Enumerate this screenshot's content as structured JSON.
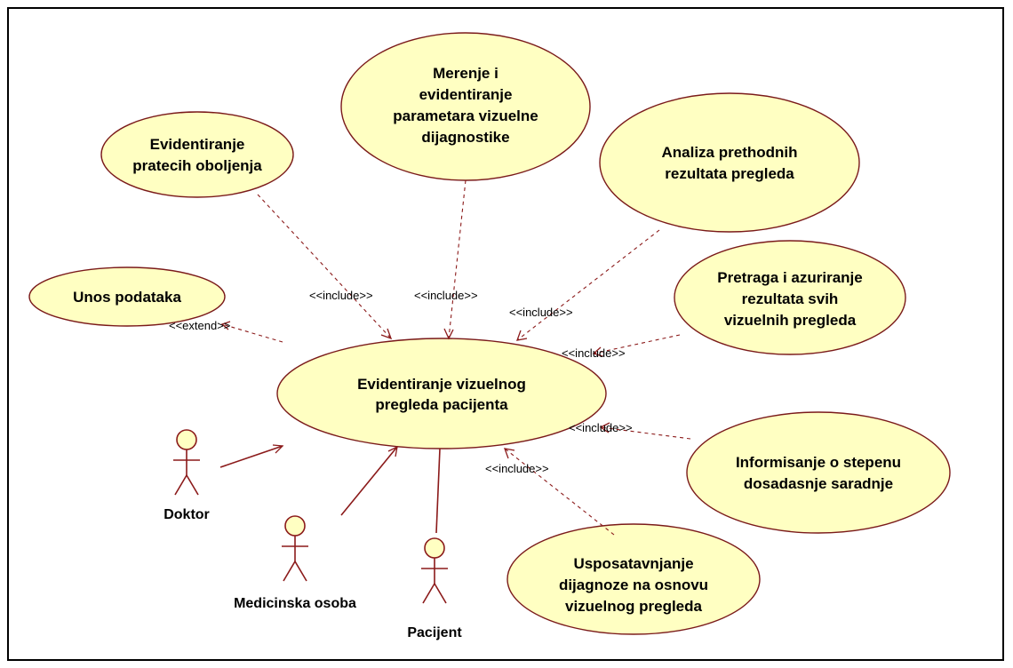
{
  "use_cases": {
    "main": [
      "Evidentiranje vizuelnog",
      "pregleda pacijenta"
    ],
    "unos": [
      "Unos podataka"
    ],
    "pratecih": [
      "Evidentiranje",
      "pratecih oboljenja"
    ],
    "merenje": [
      "Merenje i",
      "evidentiranje",
      "parametara vizuelne",
      "dijagnostike"
    ],
    "analiza": [
      "Analiza prethodnih",
      "rezultata pregleda"
    ],
    "pretraga": [
      "Pretraga i azuriranje",
      "rezultata svih",
      "vizuelnih pregleda"
    ],
    "informisanje": [
      "Informisanje o stepenu",
      "dosadasnje saradnje"
    ],
    "uspostavljanje": [
      "Usposatavnjanje",
      "dijagnoze na osnovu",
      "vizuelnog pregleda"
    ]
  },
  "actors": {
    "doktor": "Doktor",
    "medicinska": "Medicinska osoba",
    "pacijent": "Pacijent"
  },
  "stereotypes": {
    "extend": "<<extend>>",
    "include_pratecih": "<<include>>",
    "include_merenje": "<<include>>",
    "include_analiza": "<<include>>",
    "include_pretraga": "<<include>>",
    "include_informisanje": "<<include>>",
    "include_uspostavljanje": "<<include>>"
  },
  "colors": {
    "use_case_fill": "#ffffc2",
    "line": "#8b1a1a"
  }
}
